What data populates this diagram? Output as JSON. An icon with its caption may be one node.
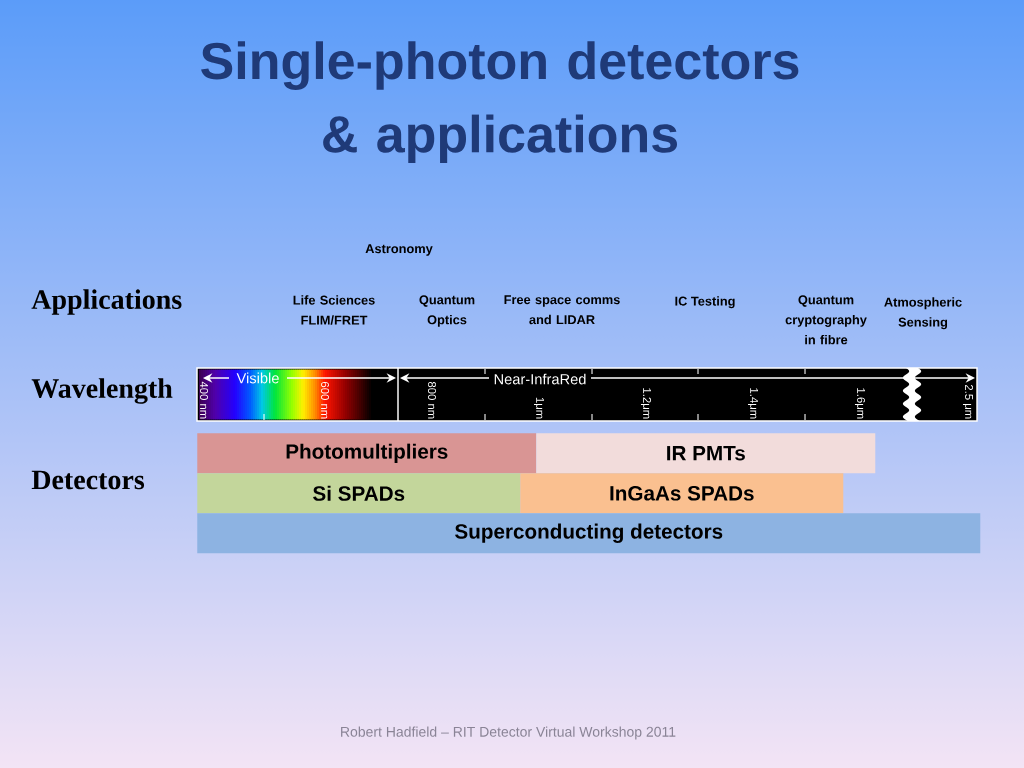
{
  "diagram": {
    "title": "Single-photon detectors & applications",
    "nodes": [
      {
        "text": [
          "Photomultipliers"
        ]
      },
      {
        "text": [
          "IR PMTs"
        ]
      },
      {
        "text": [
          "Si SPADs"
        ]
      },
      {
        "text": [
          "InGaAs SPADs"
        ]
      },
      {
        "text": [
          "Superconducting detectors"
        ]
      }
    ],
    "labels": [
      "Astronomy",
      "Applications",
      "Life Sciences FLIM/FRET",
      "Quantum Optics",
      "Free space comms and LIDAR",
      "IC Testing",
      "Quantum cryptography in fibre",
      "Atmospheric Sensing",
      "Wavelength",
      "Visible",
      "Near-InfraRed",
      "400 nm",
      "600 nm",
      "800 nm",
      "1μm",
      "1.2μm",
      "1.4μm",
      "1.6μm",
      "2.5 μm",
      "Detectors",
      "Robert Hadfield – RIT Detector Virtual Workshop 2011"
    ]
  }
}
